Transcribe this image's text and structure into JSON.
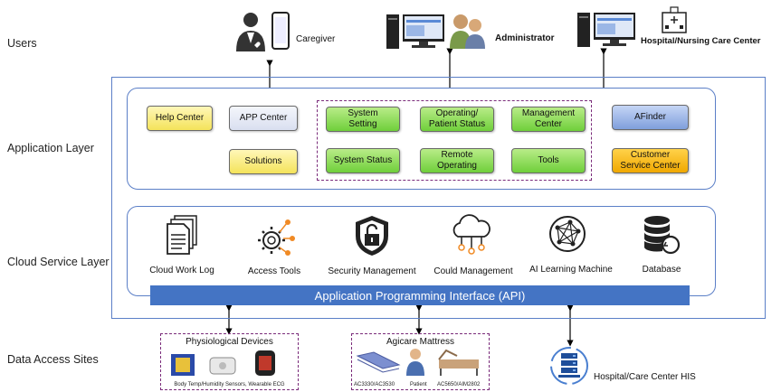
{
  "layers": {
    "users": "Users",
    "application": "Application Layer",
    "cloud": "Cloud Service Layer",
    "data_access": "Data Access Sites"
  },
  "users": {
    "caregiver": "Caregiver",
    "administrator": "Administrator",
    "hospital": "Hospital/Nursing Care Center"
  },
  "app": {
    "help_center": "Help Center",
    "app_center": "APP Center",
    "solutions": "Solutions",
    "system_setting": "System\nSetting",
    "operating_status": "Operating/\nPatient Status",
    "management_center": "Management\nCenter",
    "system_status": "System Status",
    "remote_operating": "Remote\nOperating",
    "tools": "Tools",
    "afinder": "AFinder",
    "customer_service": "Customer\nService Center"
  },
  "cloud": {
    "work_log": "Cloud Work Log",
    "access_tools": "Access Tools",
    "security": "Security Management",
    "could_management": "Could Management",
    "ai_learning": "AI Learning Machine",
    "database": "Database",
    "api": "Application Programming Interface (API)"
  },
  "sites": {
    "physiological": {
      "title": "Physiological Devices",
      "caption": "Body Temp/Humidity Sensors, Wearable ECG"
    },
    "mattress": {
      "title": "Agicare Mattress",
      "cap1": "AC3330/AC3530",
      "cap2": "Patient",
      "cap3": "AC5650/AIM2802"
    },
    "his": "Hospital/Care Center HIS"
  }
}
